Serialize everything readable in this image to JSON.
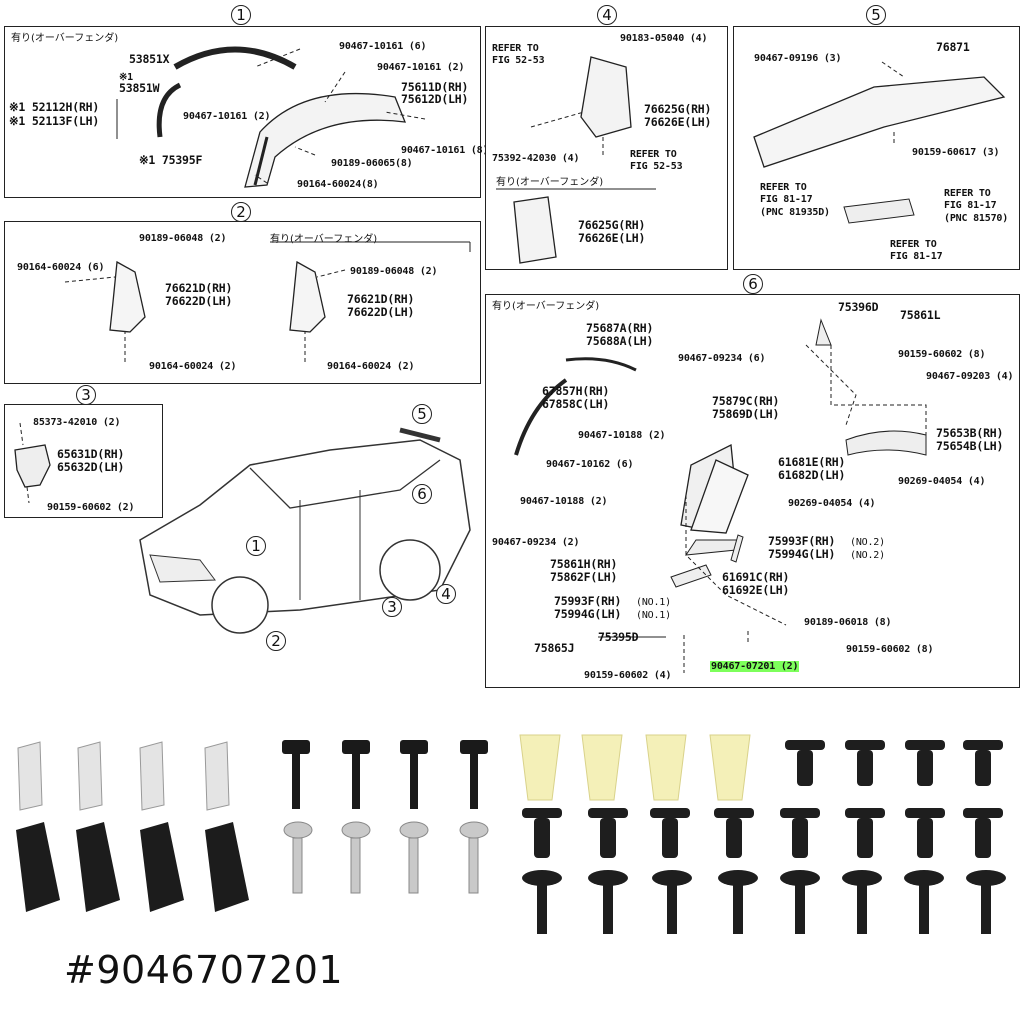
{
  "sections": [
    {
      "id": "1",
      "jp_note": "有り(オーバーフェンダ)",
      "labels": {
        "a": "53851X",
        "b1": "※1",
        "b2": "53851W",
        "c": "90467-10161 (6)",
        "d": "90467-10161 (2)",
        "e1": "75611D(RH)",
        "e2": "75612D(LH)",
        "f1": "※1 52112H(RH)",
        "f2": "※1 52113F(LH)",
        "g": "90467-10161 (2)",
        "h": "90467-10161 (8)",
        "i": "90189-06065(8)",
        "j": "※1 75395F",
        "k": "90164-60024(8)"
      }
    },
    {
      "id": "2",
      "jp_note": "有り(オーバーフェンダ)",
      "labels": {
        "a": "90189-06048 (2)",
        "b": "90164-60024 (6)",
        "c1": "76621D(RH)",
        "c2": "76622D(LH)",
        "d": "90164-60024 (2)",
        "e": "90189-06048 (2)",
        "f1": "76621D(RH)",
        "f2": "76622D(LH)",
        "g": "90164-60024 (2)"
      }
    },
    {
      "id": "3",
      "labels": {
        "a": "85373-42010 (2)",
        "b1": "65631D(RH)",
        "b2": "65632D(LH)",
        "c": "90159-60602 (2)"
      }
    },
    {
      "id": "4",
      "jp_note": "有り(オーバーフェンダ)",
      "labels": {
        "a1": "REFER TO",
        "a2": "FIG 52-53",
        "b": "90183-05040 (4)",
        "c1": "76625G(RH)",
        "c2": "76626E(LH)",
        "d": "75392-42030 (4)",
        "e1": "REFER TO",
        "e2": "FIG 52-53",
        "f1": "76625G(RH)",
        "f2": "76626E(LH)"
      }
    },
    {
      "id": "5",
      "labels": {
        "a": "90467-09196 (3)",
        "b": "76871",
        "c": "90159-60617 (3)",
        "d1": "REFER TO",
        "d2": "FIG 81-17",
        "d3": "(PNC 81935D)",
        "e1": "REFER TO",
        "e2": "FIG 81-17",
        "e3": "(PNC 81570)",
        "f1": "REFER TO",
        "f2": "FIG 81-17"
      }
    },
    {
      "id": "6",
      "jp_note": "有り(オーバーフェンダ)",
      "labels": {
        "a": "75396D",
        "b": "75861L",
        "c1": "75687A(RH)",
        "c2": "75688A(LH)",
        "d": "90467-09234 (6)",
        "e": "90159-60602 (8)",
        "f": "90467-09203 (4)",
        "g1": "67857H(RH)",
        "g2": "67858C(LH)",
        "h1": "75879C(RH)",
        "h2": "75869D(LH)",
        "i": "90467-10188 (2)",
        "j1": "75653B(RH)",
        "j2": "75654B(LH)",
        "k": "90467-10162 (6)",
        "l1": "61681E(RH)",
        "l2": "61682D(LH)",
        "m": "90269-04054 (4)",
        "n": "90467-10188 (2)",
        "o": "90269-04054 (4)",
        "p": "90467-09234 (2)",
        "q1": "75993F(RH)",
        "q1n": "(NO.2)",
        "q2": "75994G(LH)",
        "q2n": "(NO.2)",
        "r1": "75861H(RH)",
        "r2": "75862F(LH)",
        "s1": "61691C(RH)",
        "s2": "61692E(LH)",
        "t1": "75993F(RH)",
        "t1n": "(NO.1)",
        "t2": "75994G(LH)",
        "t2n": "(NO.1)",
        "u": "90189-06018 (8)",
        "v": "75395D",
        "w": "75865J",
        "x": "90159-60602 (8)",
        "y": "90467-07201 (2)",
        "z": "90159-60602 (4)"
      }
    }
  ],
  "highlight_color": "#7dff5b",
  "part_number": "#9046707201"
}
